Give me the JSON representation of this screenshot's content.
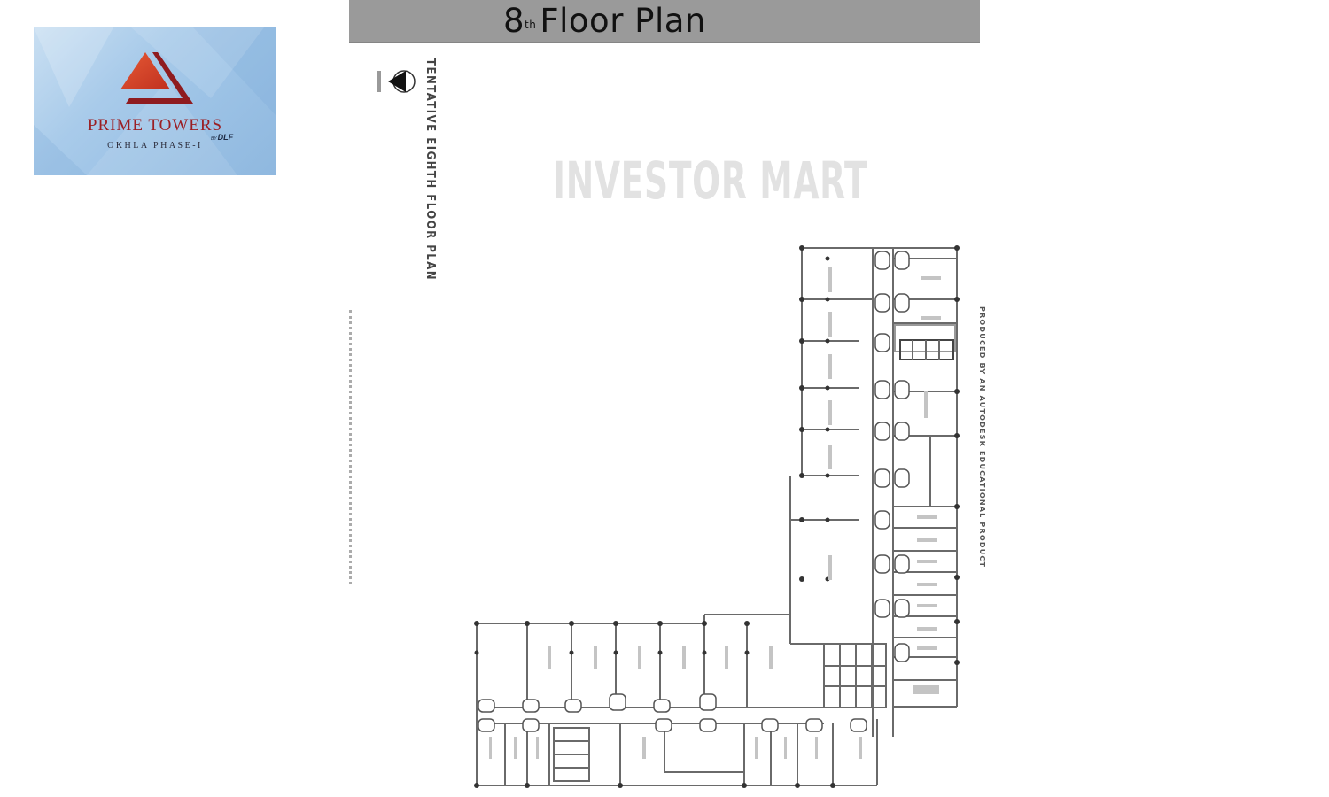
{
  "logo": {
    "brand_name": "PRIME TOWERS",
    "by_prefix": "BY",
    "by_brand": "DLF",
    "location": "OKHLA PHASE-I",
    "colors": {
      "background": "#a9cbea",
      "triangle_light": "#d5402a",
      "triangle_dark": "#9b1f24",
      "brand_text": "#9b1f24",
      "sub_text": "#2b2b3a"
    }
  },
  "plan": {
    "title_number": "8",
    "title_suffix": "th",
    "title_text": "Floor Plan",
    "title_bar_color": "#9a9a9a",
    "rotated_title": "TENTATIVE EIGHTH FLOOR PLAN",
    "side_note": "PRODUCED BY AN AUTODESK EDUCATIONAL PRODUCT",
    "north_icon": "north-arrow-icon",
    "watermark": "INVESTOR MART"
  }
}
